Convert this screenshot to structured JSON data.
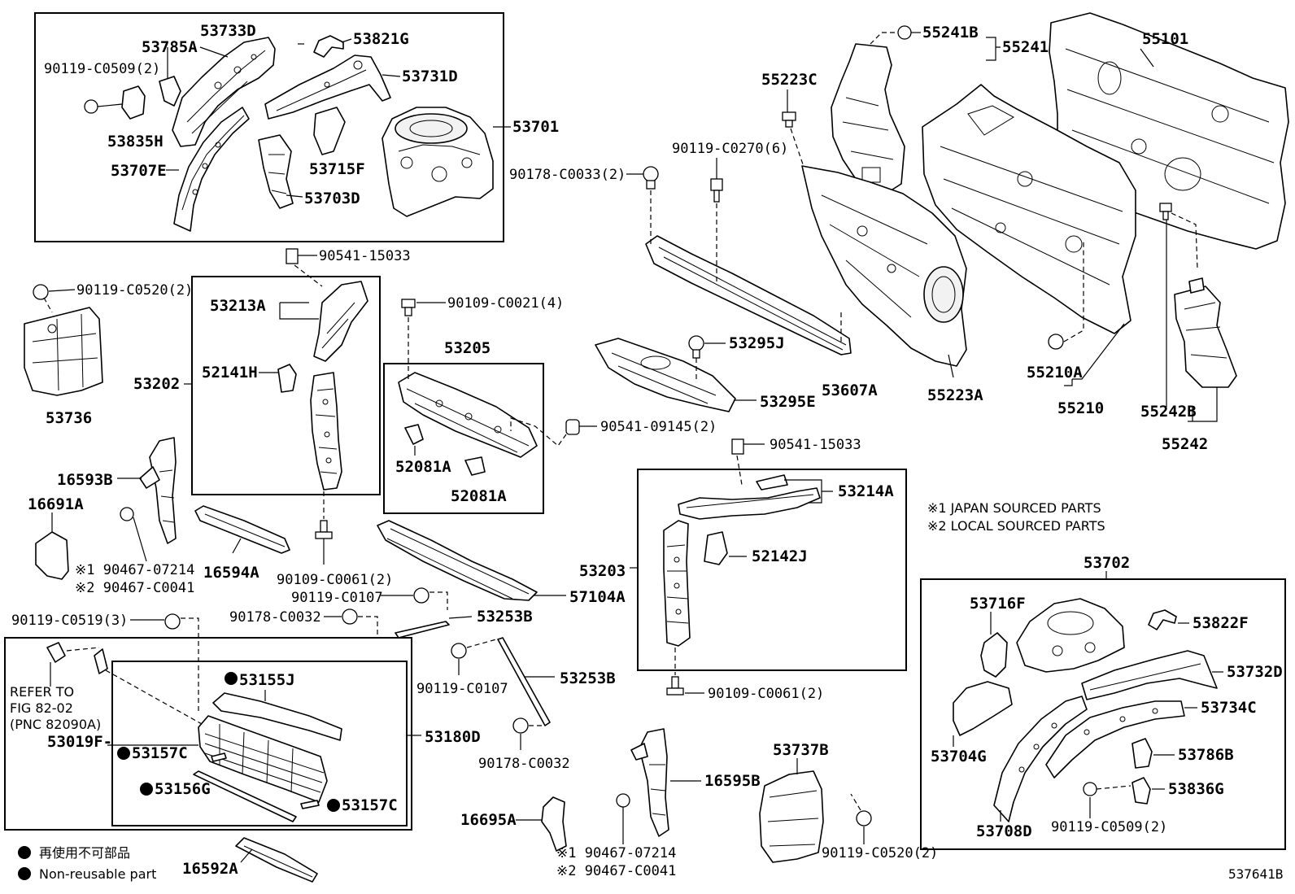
{
  "labels": {
    "p53785A": "53785A",
    "p53733D": "53733D",
    "p53821G": "53821G",
    "p90119_C0509_2a": "90119-C0509(2)",
    "p53731D": "53731D",
    "p53701": "53701",
    "p53835H": "53835H",
    "p53715F": "53715F",
    "p53707E": "53707E",
    "p53703D": "53703D",
    "p55241B": "55241B",
    "p55241": "55241",
    "p55101": "55101",
    "p55223C": "55223C",
    "p90119_C0270_6": "90119-C0270(6)",
    "p90178_C0033_2": "90178-C0033(2)",
    "p90541_15033a": "90541-15033",
    "p90119_C0520_2a": "90119-C0520(2)",
    "p53213A": "53213A",
    "p52141H": "52141H",
    "p53202": "53202",
    "p53736": "53736",
    "p90109_C0021_4": "90109-C0021(4)",
    "p53205": "53205",
    "p53295J": "53295J",
    "p53607A": "53607A",
    "p55223A": "55223A",
    "p55210A": "55210A",
    "p55210": "55210",
    "p55242B": "55242B",
    "p55242": "55242",
    "p53295E": "53295E",
    "p90541_09145_2": "90541-09145(2)",
    "p52081A_1": "52081A",
    "p52081A_2": "52081A",
    "p16593B": "16593B",
    "p16691A": "16691A",
    "p90541_15033b": "90541-15033",
    "p53214A": "53214A",
    "p16594A": "16594A",
    "p90109_C0061_2a": "90109-C0061(2)",
    "p52142J": "52142J",
    "p53203": "53203",
    "p90119_C0107a": "90119-C0107",
    "p57104A": "57104A",
    "p90178_C0032a": "90178-C0032",
    "p53253Ba": "53253B",
    "p90119_C0519_3": "90119-C0519(3)",
    "p53702": "53702",
    "p53716F": "53716F",
    "p53822F": "53822F",
    "p53732D": "53732D",
    "p53734C": "53734C",
    "p53704G": "53704G",
    "p53786B": "53786B",
    "p53836G": "53836G",
    "p53708D": "53708D",
    "p90119_C0509_2b": "90119-C0509(2)",
    "p53155J": "53155J",
    "p53180D": "53180D",
    "p53019F": "53019F-",
    "p53157C_1": "53157C",
    "p53156G": "53156G",
    "p53157C_2": "53157C",
    "p53253Bb": "53253B",
    "p90119_C0107b": "90119-C0107",
    "p90178_C0032b": "90178-C0032",
    "p16595B": "16595B",
    "p53737B": "53737B",
    "p90109_C0061_2b": "90109-C0061(2)",
    "p16695A": "16695A",
    "p90119_C0520_2b": "90119-C0520(2)",
    "p16592A": "16592A"
  },
  "alt_parts_left": {
    "line1": "※1 90467-07214",
    "line2": "※2 90467-C0041"
  },
  "alt_parts_bottom": {
    "line1": "※1 90467-07214",
    "line2": "※2 90467-C0041"
  },
  "sourcing_notes": {
    "line1": "※1 JAPAN SOURCED PARTS",
    "line2": "※2 LOCAL SOURCED PARTS"
  },
  "refer_note": {
    "line1": "REFER TO",
    "line2": "FIG 82-02",
    "line3": "(PNC 82090A)"
  },
  "legend": {
    "japanese": "再使用不可部品",
    "english": "Non-reusable part"
  },
  "figure_ref": "537641B"
}
